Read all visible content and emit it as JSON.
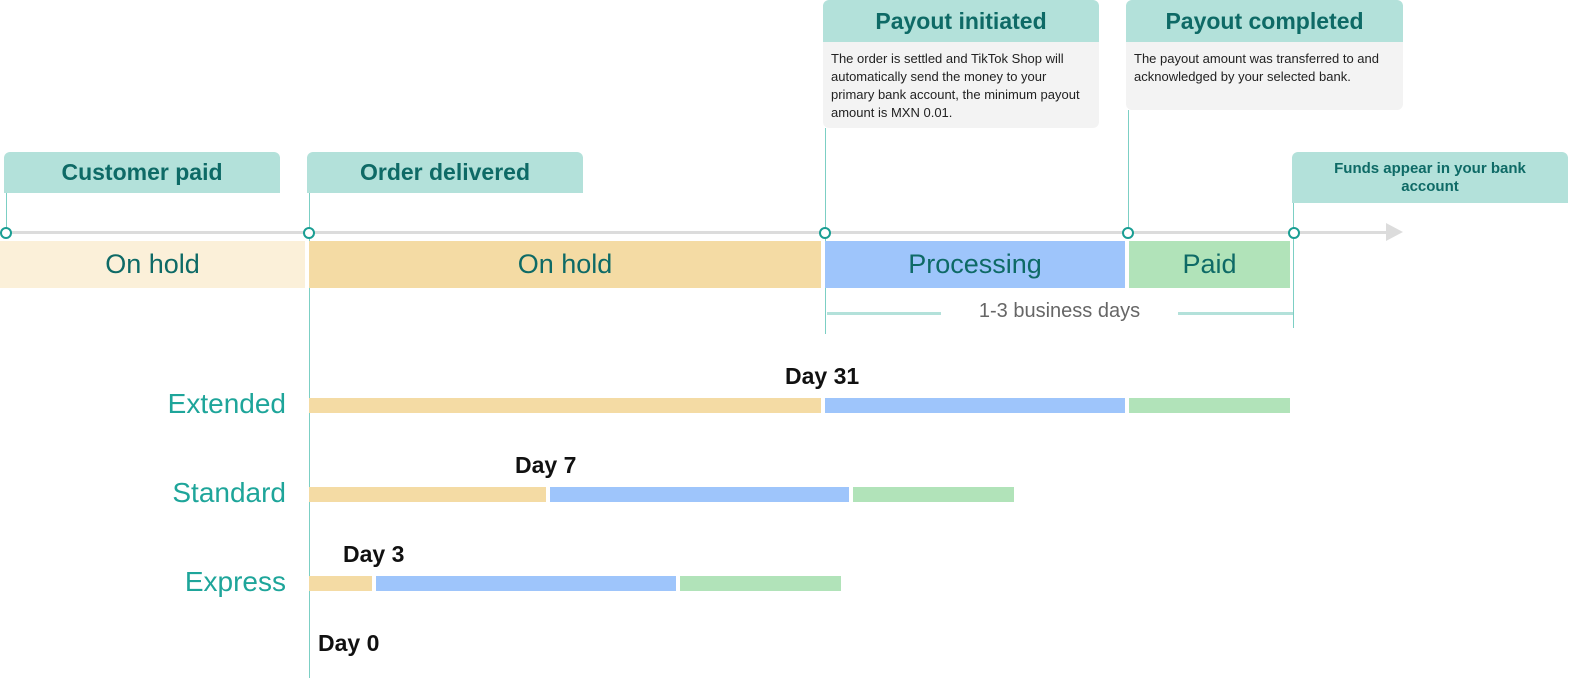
{
  "milestones": {
    "customer_paid": "Customer paid",
    "order_delivered": "Order delivered",
    "payout_initiated": "Payout initiated",
    "payout_initiated_desc": "The order is settled and TikTok Shop will automatically send the money to your primary bank account, the minimum payout amount is MXN 0.01.",
    "payout_completed": "Payout completed",
    "payout_completed_desc": "The payout amount was transferred to and acknowledged by your selected bank.",
    "funds_appear": "Funds appear in your bank account"
  },
  "phases": {
    "on_hold_1": "On hold",
    "on_hold_2": "On hold",
    "processing": "Processing",
    "paid": "Paid"
  },
  "duration_label": "1-3 business days",
  "tiers": [
    {
      "name": "Extended",
      "day": "Day 31"
    },
    {
      "name": "Standard",
      "day": "Day 7"
    },
    {
      "name": "Express",
      "day": "Day 3"
    }
  ],
  "day0": "Day 0",
  "colors": {
    "teal": "#b3e1da",
    "teal_text": "#0e6a66",
    "on_hold_light": "#fbf0d9",
    "on_hold": "#f4dba4",
    "processing": "#9ec5fb",
    "paid": "#b1e3b9"
  }
}
